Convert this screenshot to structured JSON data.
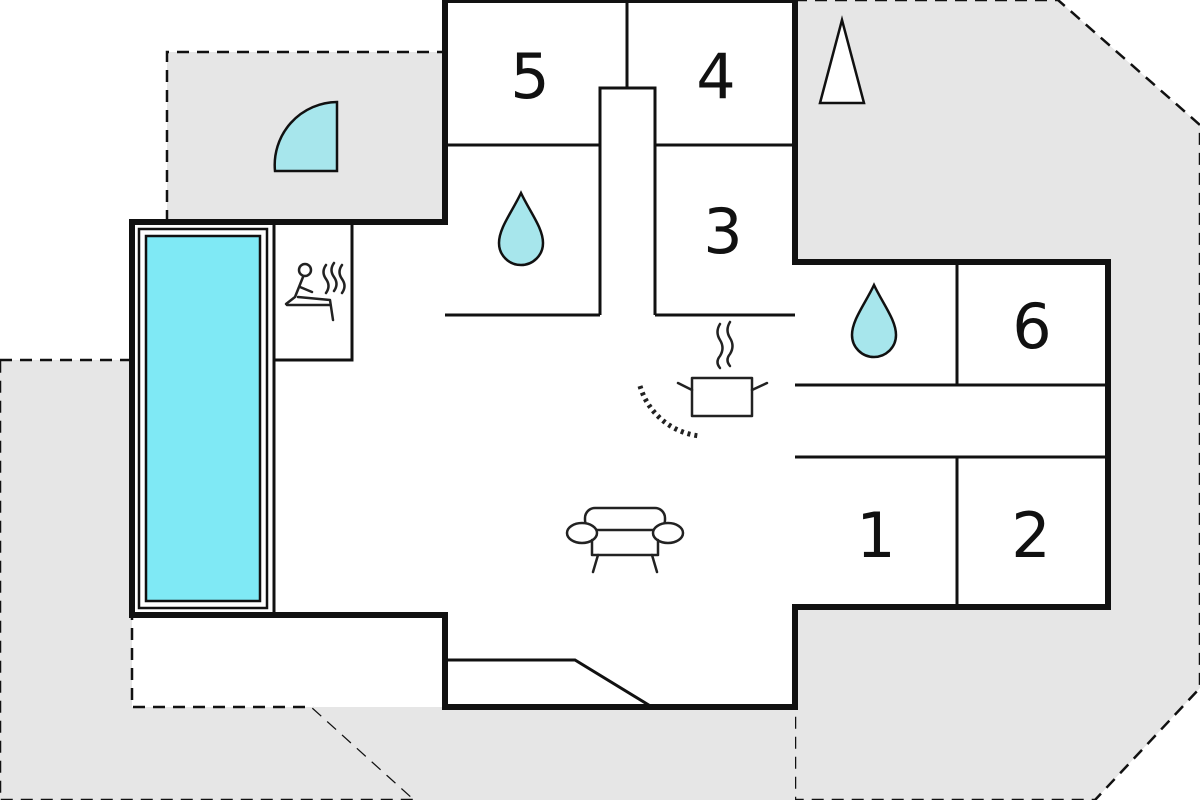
{
  "colors": {
    "terrace": "#e6e6e6",
    "pool_water": "#7fe9f5",
    "icon_water": "#a7e6ec",
    "walls": "#111111",
    "floor": "#ffffff"
  },
  "rooms": [
    {
      "id": "room-1",
      "label": "1"
    },
    {
      "id": "room-2",
      "label": "2"
    },
    {
      "id": "room-3",
      "label": "3"
    },
    {
      "id": "room-4",
      "label": "4"
    },
    {
      "id": "room-5",
      "label": "5"
    },
    {
      "id": "room-6",
      "label": "6"
    }
  ],
  "icons": [
    "north-arrow-icon",
    "door-swing-icon",
    "pool-icon",
    "sauna-icon",
    "bathroom-water-drop-icon",
    "cooking-pot-icon",
    "armchair-icon"
  ]
}
